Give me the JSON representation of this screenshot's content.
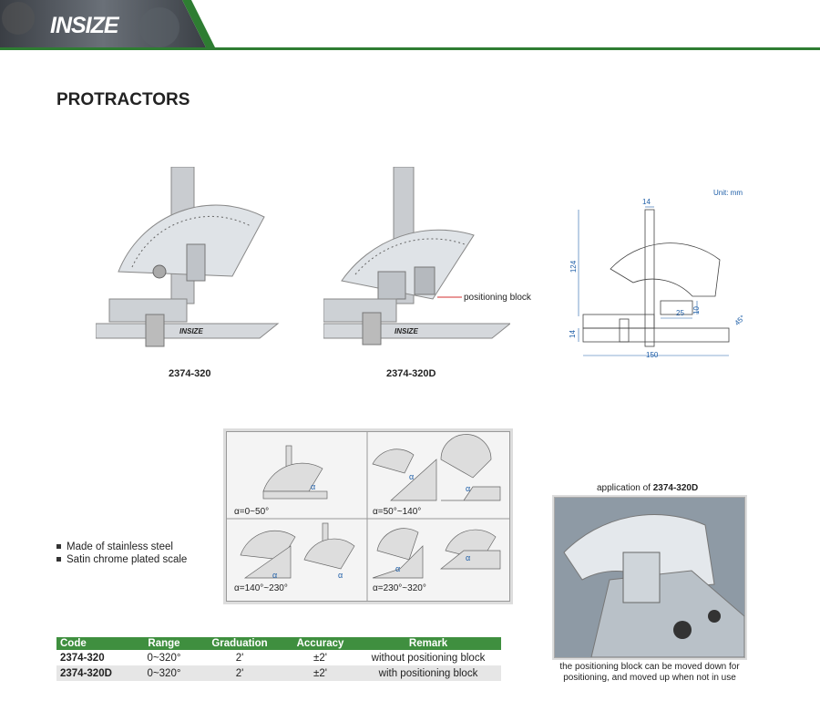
{
  "brand": {
    "logo_text": "INSIZE",
    "accent_color": "#2e7d32"
  },
  "page_title": "PROTRACTORS",
  "products": [
    {
      "code": "2374-320"
    },
    {
      "code": "2374-320D",
      "callout": "positioning block"
    }
  ],
  "drawing": {
    "unit_label": "Unit: mm",
    "dims": {
      "top_width": "14",
      "height": "124",
      "block_width": "25",
      "block_height": "10",
      "base_height": "14",
      "length": "150",
      "angle": "45°"
    }
  },
  "diagram_labels": [
    "α=0~50°",
    "α=50°~140°",
    "α=140°~230°",
    "α=230°~320°"
  ],
  "alpha_symbol": "α",
  "features": [
    "Made of stainless steel",
    "Satin chrome plated scale"
  ],
  "table": {
    "headers": [
      "Code",
      "Range",
      "Graduation",
      "Accuracy",
      "Remark"
    ],
    "rows": [
      [
        "2374-320",
        "0~320°",
        "2'",
        "±2'",
        "without positioning block"
      ],
      [
        "2374-320D",
        "0~320°",
        "2'",
        "±2'",
        "with positioning block"
      ]
    ]
  },
  "application": {
    "prefix": "application of",
    "code": "2374-320D",
    "note_line1": "the positioning block can be moved down for",
    "note_line2": "positioning, and moved up when not in use"
  }
}
